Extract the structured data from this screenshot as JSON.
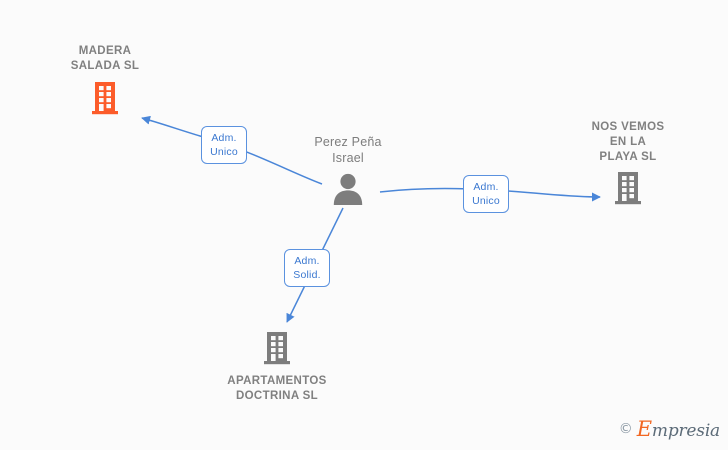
{
  "diagram": {
    "type": "corporate-relationship-graph",
    "background_color": "#fbfbfb",
    "person": {
      "name_line1": "Perez Peña",
      "name_line2": "Israel",
      "icon": "person-icon",
      "color": "#7d7d7d"
    },
    "companies": [
      {
        "id": "madera-salada",
        "name_lines": [
          "MADERA",
          "SALADA  SL"
        ],
        "icon": "building-icon",
        "color": "#fc5c2a",
        "highlighted": true
      },
      {
        "id": "nos-vemos-en-la-playa",
        "name_lines": [
          "NOS VEMOS",
          "EN LA",
          "PLAYA  SL"
        ],
        "icon": "building-icon",
        "color": "#7d7d7d",
        "highlighted": false
      },
      {
        "id": "apartamentos-doctrina",
        "name_lines": [
          "APARTAMENTOS",
          "DOCTRINA  SL"
        ],
        "icon": "building-icon",
        "color": "#7d7d7d",
        "highlighted": false
      }
    ],
    "relations": [
      {
        "id": "rel-madera-salada",
        "from": "person",
        "to": "madera-salada",
        "label_line1": "Adm.",
        "label_line2": "Unico",
        "edge_color": "#4a86d8"
      },
      {
        "id": "rel-nos-vemos",
        "from": "person",
        "to": "nos-vemos-en-la-playa",
        "label_line1": "Adm.",
        "label_line2": "Unico",
        "edge_color": "#4a86d8"
      },
      {
        "id": "rel-apartamentos",
        "from": "person",
        "to": "apartamentos-doctrina",
        "label_line1": "Adm.",
        "label_line2": "Solid.",
        "edge_color": "#4a86d8"
      }
    ]
  },
  "watermark": {
    "copyright": "©",
    "brand_initial": "E",
    "brand_rest": "mpresia"
  }
}
